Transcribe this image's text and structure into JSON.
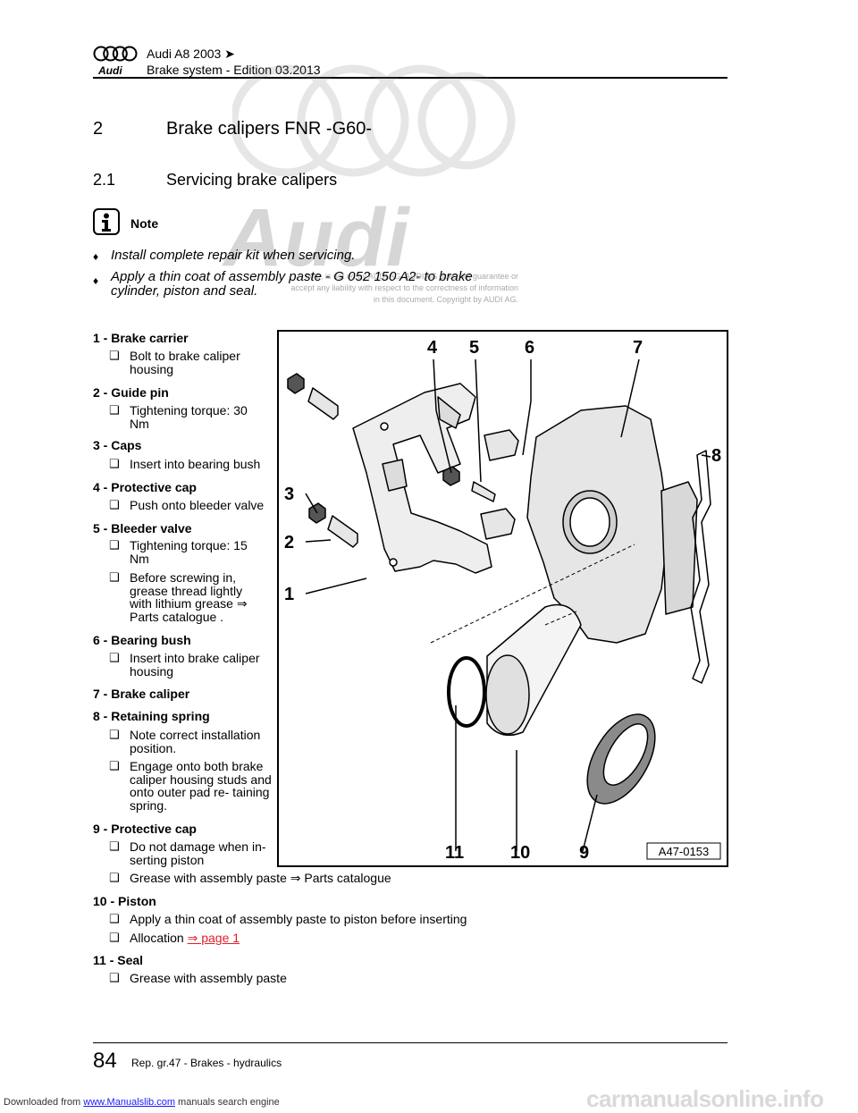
{
  "header": {
    "logo_text": "Audi",
    "line1": "Audi A8 2003 ➤",
    "line2": "Brake system - Edition 03.2013"
  },
  "watermark": {
    "logo_text": "Audi",
    "text": "hole, is not ed by AUDI AG. AUDI AG does not guarantee or accept any liability with respect to the correctness of information in this document. Copyright by AUDI AG."
  },
  "section": {
    "num": "2",
    "title": "Brake calipers FNR -G60-",
    "sub_num": "2.1",
    "sub_title": "Servicing brake calipers"
  },
  "note": {
    "label": "Note",
    "bullet": "♦",
    "items": [
      "Install complete repair kit when servicing.",
      "Apply a thin coat of assembly paste - G 052 150 A2- to brake cylinder, piston and seal."
    ]
  },
  "checkbox": "❑",
  "parts": [
    {
      "title": "1 - Brake carrier",
      "steps": [
        "Bolt to brake caliper housing"
      ]
    },
    {
      "title": "2 - Guide pin",
      "steps": [
        "Tightening torque: 30 Nm"
      ]
    },
    {
      "title": "3 - Caps",
      "steps": [
        "Insert into bearing bush"
      ]
    },
    {
      "title": "4 - Protective cap",
      "steps": [
        "Push onto bleeder valve"
      ]
    },
    {
      "title": "5 - Bleeder valve",
      "steps": [
        "Tightening torque: 15 Nm",
        "Before screwing in, grease thread lightly with lithium grease ⇒ Parts catalogue ."
      ]
    },
    {
      "title": "6 - Bearing bush",
      "steps": [
        "Insert into brake caliper housing"
      ]
    },
    {
      "title": "7 - Brake caliper",
      "steps": []
    },
    {
      "title": "8 - Retaining spring",
      "steps": [
        "Note correct installation position.",
        "Engage onto both brake caliper housing studs and onto outer pad re- taining spring."
      ]
    },
    {
      "title": "9 - Protective cap",
      "steps": [
        "Do not damage when in- serting piston",
        "Grease with assembly paste ⇒  Parts catalogue"
      ]
    },
    {
      "title": "10 - Piston",
      "steps": [
        "Apply a thin coat of assembly paste to piston before inserting",
        "Allocation"
      ]
    },
    {
      "title": "11 - Seal",
      "steps": [
        "Grease with assembly paste"
      ]
    }
  ],
  "allocation_link": "⇒ page 1",
  "figure": {
    "code": "A47-0153",
    "callouts": [
      "1",
      "2",
      "3",
      "4",
      "5",
      "6",
      "7",
      "8",
      "9",
      "10",
      "11"
    ]
  },
  "footer": {
    "page_number": "84",
    "rep_group": "Rep. gr.47 - Brakes - hydraulics"
  },
  "download": {
    "prefix": "Downloaded from",
    "site": "www.Manualslib.com",
    "suffix": "manuals search engine"
  },
  "source_watermark": "carmanualsonline.info"
}
